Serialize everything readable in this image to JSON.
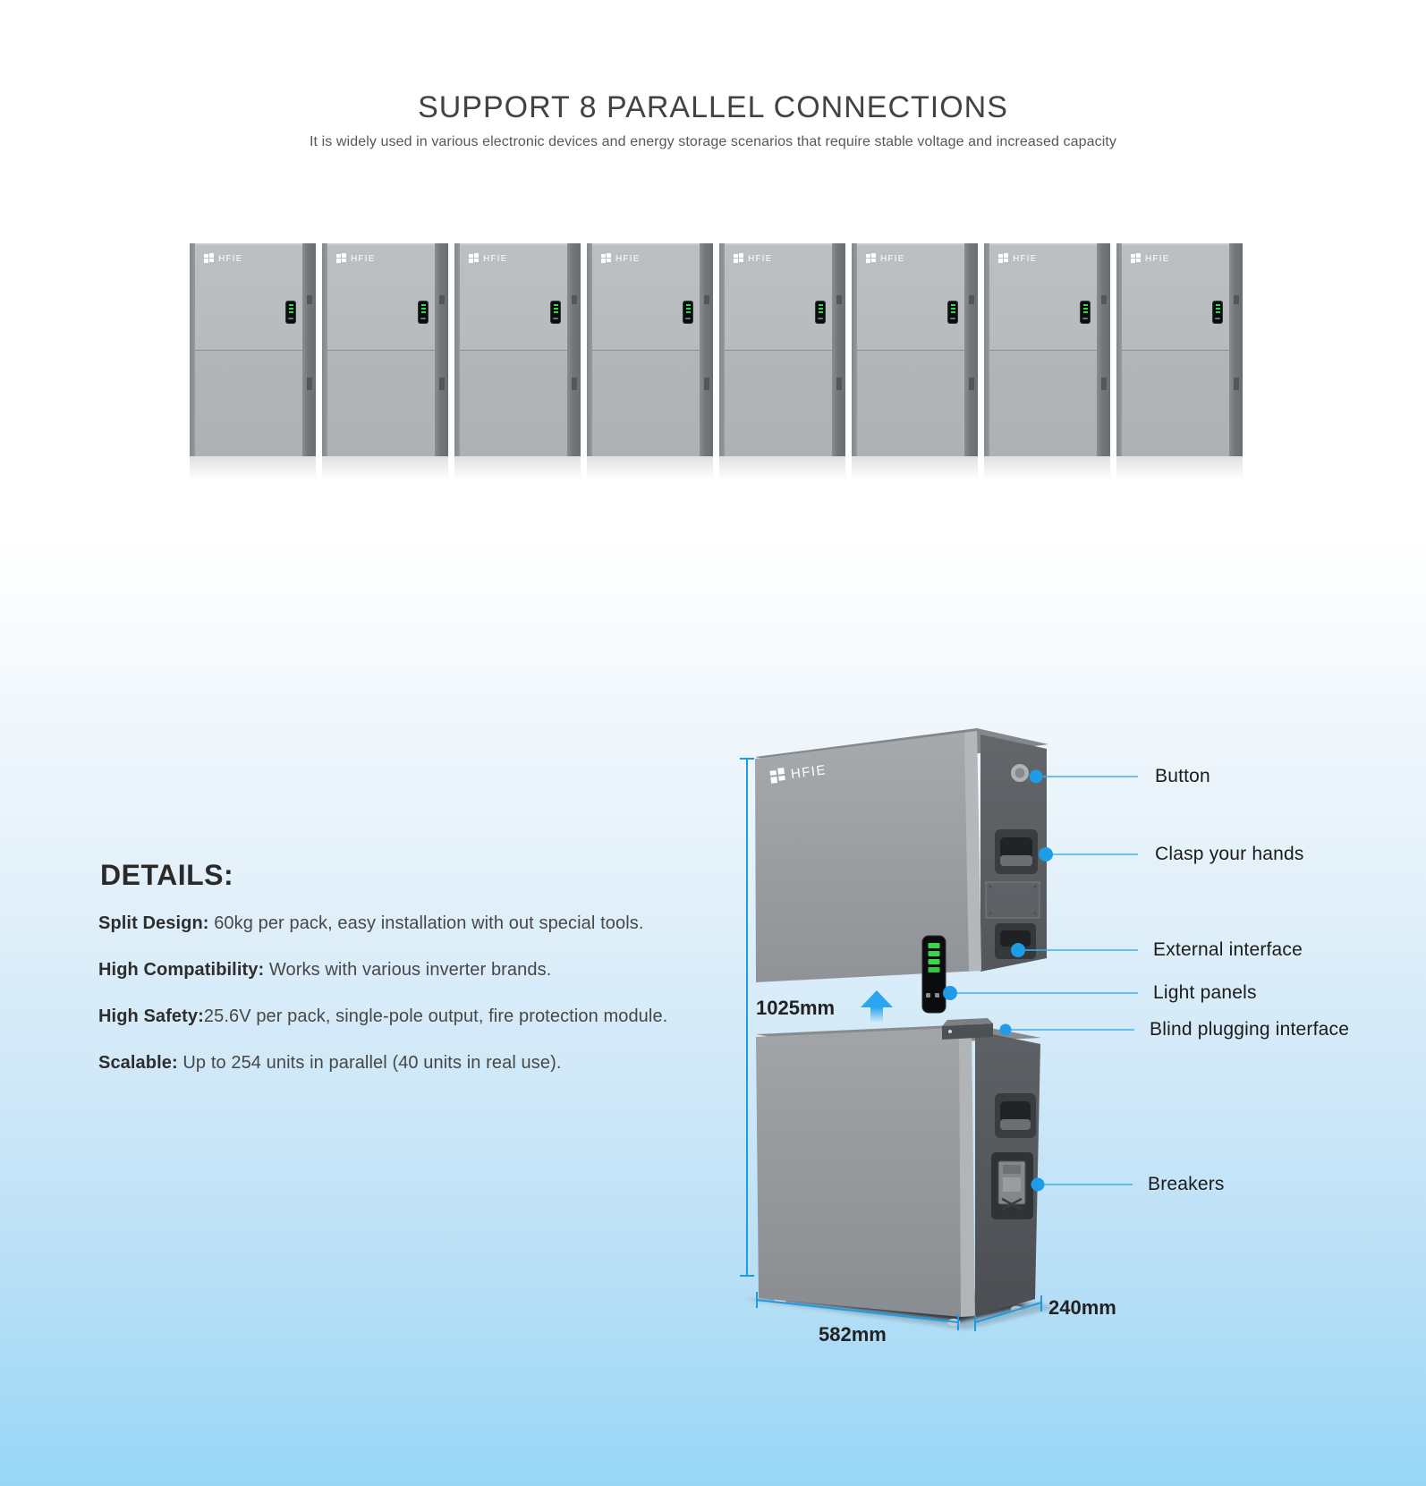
{
  "brand": "HFIE",
  "header": {
    "title": "SUPPORT 8 PARALLEL CONNECTIONS",
    "subtitle": "It is widely used in various electronic devices and energy storage scenarios that require stable voltage and increased capacity"
  },
  "parallel_units": {
    "count": 8
  },
  "details": {
    "heading": "DETAILS:",
    "items": [
      {
        "label": "Split Design:",
        "text": " 60kg per pack, easy installation with out special tools."
      },
      {
        "label": "High Compatibility:",
        "text": " Works with various inverter brands."
      },
      {
        "label": "High Safety:",
        "text": "25.6V per pack, single-pole output, fire protection module."
      },
      {
        "label": "Scalable:",
        "text": " Up to 254 units in parallel (40 units in real use)."
      }
    ]
  },
  "diagram": {
    "callouts": [
      {
        "label": "Button"
      },
      {
        "label": "Clasp your hands"
      },
      {
        "label": "External interface"
      },
      {
        "label": "Light panels"
      },
      {
        "label": "Blind plugging interface"
      },
      {
        "label": "Breakers"
      }
    ],
    "dimensions": {
      "height": "1025mm",
      "width": "582mm",
      "depth": "240mm"
    }
  },
  "colors": {
    "accent": "#1e9ce8",
    "background_bottom": "#98d7f7",
    "led_green": "#38d64c"
  }
}
